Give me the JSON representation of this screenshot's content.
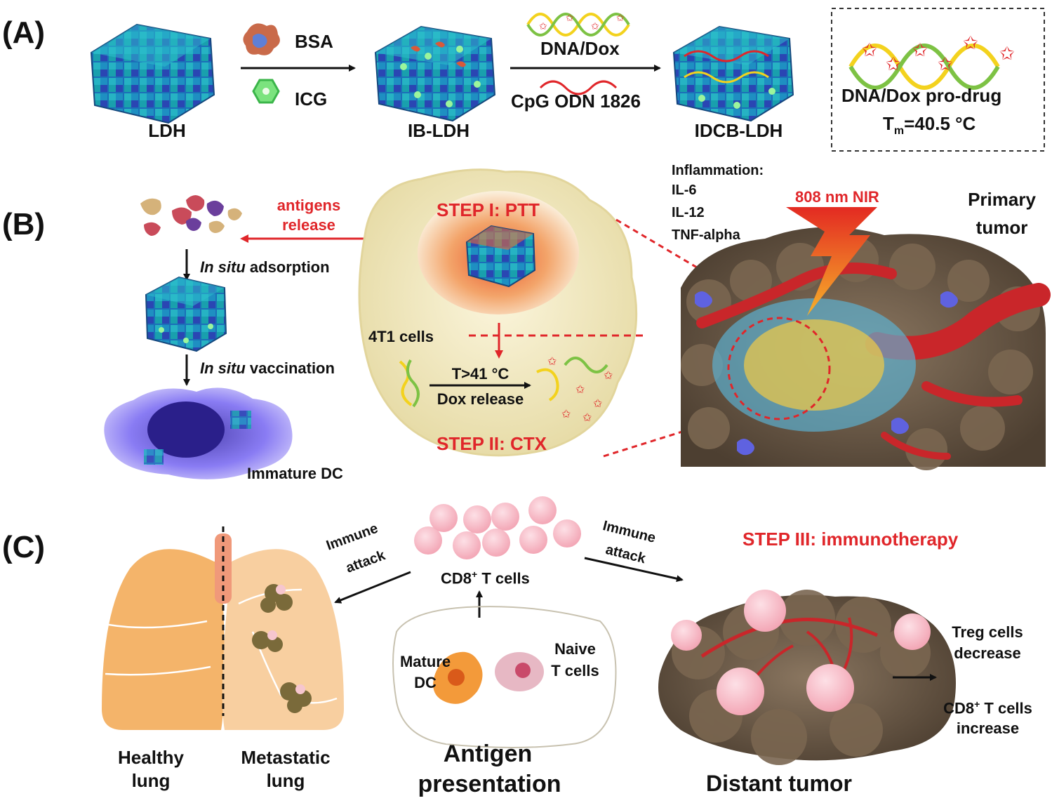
{
  "panelA": {
    "label": "(A)",
    "ldh": "LDH",
    "bsa": "BSA",
    "icg": "ICG",
    "ib_ldh": "IB-LDH",
    "dna_dox": "DNA/Dox",
    "cpg": "CpG ODN 1826",
    "idcb_ldh": "IDCB-LDH",
    "prodrug": "DNA/Dox pro-drug",
    "tm_symbol": "T",
    "tm_sub": "m",
    "tm_value": "=40.5 °C"
  },
  "panelB": {
    "label": "(B)",
    "antigens_line1": "antigens",
    "antigens_line2": "release",
    "adsorption_italic": "In situ",
    "adsorption_rest": " adsorption",
    "vaccination_italic": "In situ",
    "vaccination_rest": " vaccination",
    "immature_dc": "Immature DC",
    "step1": "STEP I: PTT",
    "cells_4t1": "4T1 cells",
    "temp": "T>41 °C",
    "dox_release": "Dox release",
    "step2": "STEP II: CTX",
    "inflammation": "Inflammation:",
    "il6": "IL-6",
    "il12": "IL-12",
    "tnf": "TNF-alpha",
    "nir": "808 nm NIR",
    "primary_line1": "Primary",
    "primary_line2": "tumor"
  },
  "panelC": {
    "label": "(C)",
    "immune_left_1": "Immune",
    "immune_left_2": "attack",
    "immune_right_1": "Immune",
    "immune_right_2": "attack",
    "cd8": "CD8",
    "cd8_sup": "+",
    "cd8_rest": " T cells",
    "mature_dc_1": "Mature",
    "mature_dc_2": "DC",
    "naive_1": "Naive",
    "naive_2": "T cells",
    "antigen_1": "Antigen",
    "antigen_2": "presentation",
    "step3": "STEP III: immunotherapy",
    "healthy_1": "Healthy",
    "healthy_2": "lung",
    "metastatic_1": "Metastatic",
    "metastatic_2": "lung",
    "treg_1": "Treg cells",
    "treg_2": "decrease",
    "cd8inc_1": "CD8",
    "cd8inc_sup": "+",
    "cd8inc_rest": " T cells",
    "cd8inc_2": "increase",
    "distant": "Distant tumor"
  },
  "colors": {
    "accent_red": "#e0262a",
    "ldh_teal": "#1a9fb5",
    "ldh_blue": "#2a4fb8",
    "tumor_brown": "#6e5c48",
    "lung_orange": "#f4b46a",
    "dc_purple": "#6b5ce8"
  }
}
